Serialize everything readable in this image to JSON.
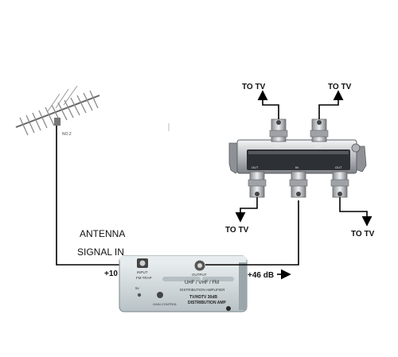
{
  "labels": {
    "to_tv_top_left": "TO TV",
    "to_tv_top_right": "TO TV",
    "to_tv_bottom_left": "TO TV",
    "to_tv_bottom_right": "TO TV",
    "antenna": "ANTENNA",
    "signal_in": "SIGNAL  IN",
    "gain_in": "+10",
    "gain_out": "+46 dB"
  },
  "amplifier": {
    "input_label": "INPUT",
    "fm_trap_label": "FM TRAP",
    "output_label": "OUTPUT",
    "band_label": "UHF / VHF / FM",
    "subtitle": "DISTRIBUTION AMPLIFIER",
    "model_line1": "TV/HDTV 30dB",
    "model_line2": "DISTRIBUTION AMP",
    "gain_control_label": "GAIN CONTROL",
    "power_label": "5v"
  },
  "splitter": {
    "port_labels": [
      "OUT",
      "OUT",
      "OUT",
      "IN",
      "OUT"
    ]
  },
  "antenna_tag": "NO.2",
  "colors": {
    "line": "#000000",
    "metal_light": "#d8dadc",
    "metal_dark": "#4a4d52",
    "amp_body": "#d6dde0",
    "amp_panel": "#f2f4f5"
  }
}
